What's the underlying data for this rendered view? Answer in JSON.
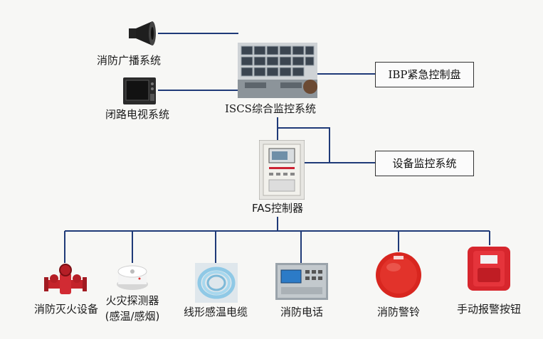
{
  "nodes": {
    "broadcast": "消防广播系统",
    "cctv": "闭路电视系统",
    "iscs": "ISCS综合监控系统",
    "ibp": "IBP紧急控制盘",
    "bas": "设备监控系统",
    "fas": "FAS控制器"
  },
  "devices": [
    {
      "label": "消防灭火设备"
    },
    {
      "label": "火灾探测器",
      "sub": "(感温/感烟)"
    },
    {
      "label": "线形感温电缆"
    },
    {
      "label": "消防电话"
    },
    {
      "label": "消防警铃"
    },
    {
      "label": "手动报警按钮"
    }
  ],
  "colors": {
    "line": "#1f3a78",
    "box_border": "#333333",
    "alarm_red": "#d8261f"
  }
}
